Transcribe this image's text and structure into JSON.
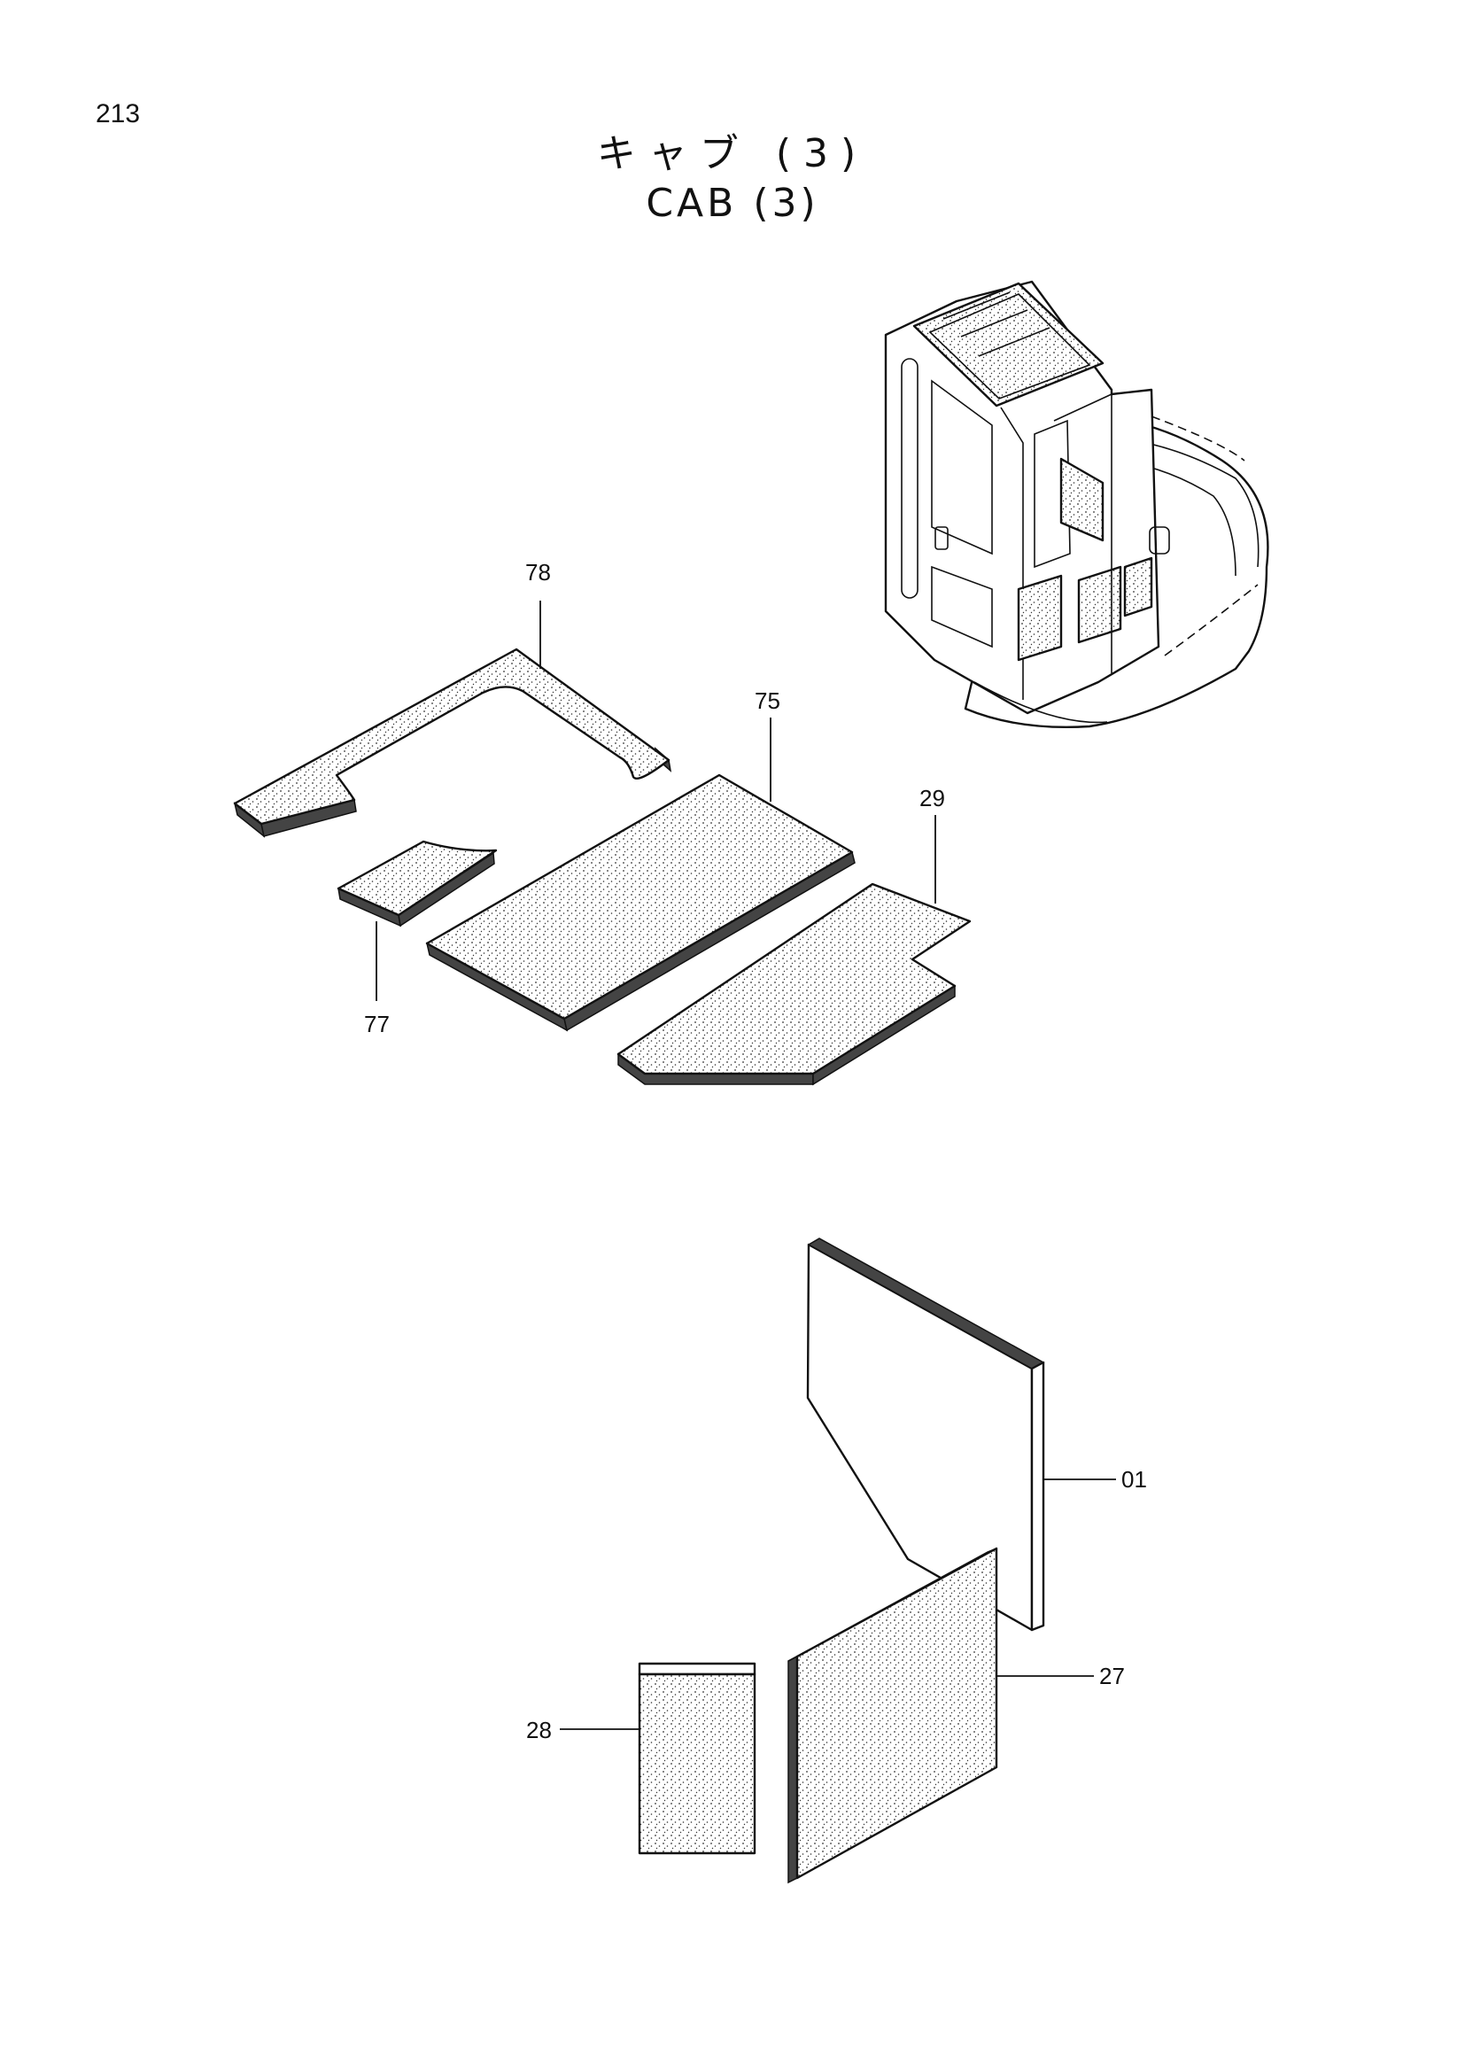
{
  "page": {
    "number": "213"
  },
  "title": {
    "japanese": "キャブ (3)",
    "english": "CAB (3)"
  },
  "callouts": {
    "p78": "78",
    "p75": "75",
    "p29": "29",
    "p77": "77",
    "p01": "01",
    "p27": "27",
    "p28": "28"
  }
}
